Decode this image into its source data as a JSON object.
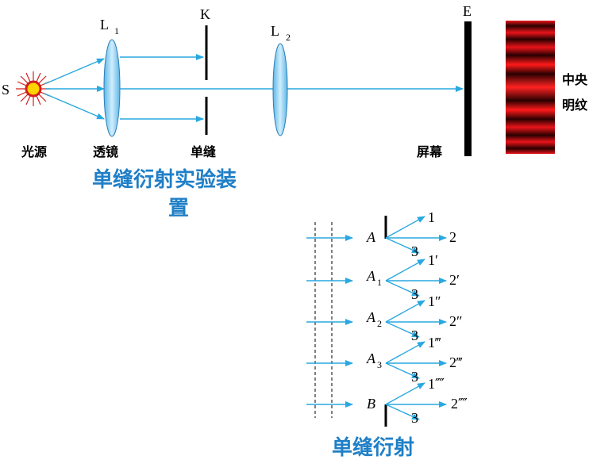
{
  "setup": {
    "source_letter": "S",
    "lens1_letter": "L",
    "lens1_sub": "1",
    "slit_letter": "K",
    "lens2_letter": "L",
    "lens2_sub": "2",
    "screen_letter": "E",
    "captions": {
      "source": "光源",
      "lens": "透镜",
      "slit": "单缝",
      "screen": "屏幕"
    },
    "fringe_label_line1": "中央",
    "fringe_label_line2": "明纹",
    "title_line1": "单缝衍射实验装",
    "title_line2": "置"
  },
  "diffraction": {
    "points": [
      {
        "letter": "A",
        "sub": "",
        "n1": "1",
        "n2": "2",
        "n3": "3"
      },
      {
        "letter": "A",
        "sub": "1",
        "n1": "1′",
        "n2": "2′",
        "n3": "3"
      },
      {
        "letter": "A",
        "sub": "2",
        "n1": "1″",
        "n2": "2″",
        "n3": "3"
      },
      {
        "letter": "A",
        "sub": "3",
        "n1": "1‴",
        "n2": "2‴",
        "n3": "3"
      },
      {
        "letter": "B",
        "sub": "",
        "n1": "1⁗",
        "n2": "2⁗",
        "n3": "3"
      }
    ],
    "title": "单缝衍射"
  },
  "colors": {
    "ray": "#29a8e0",
    "lens_fill": "#9fd8f5",
    "fringe_bright": "#e8141a",
    "fringe_dark": "#1a0000",
    "title": "#1f7fc7",
    "source_fill": "#ffd400",
    "source_ring": "#d31e1e"
  }
}
